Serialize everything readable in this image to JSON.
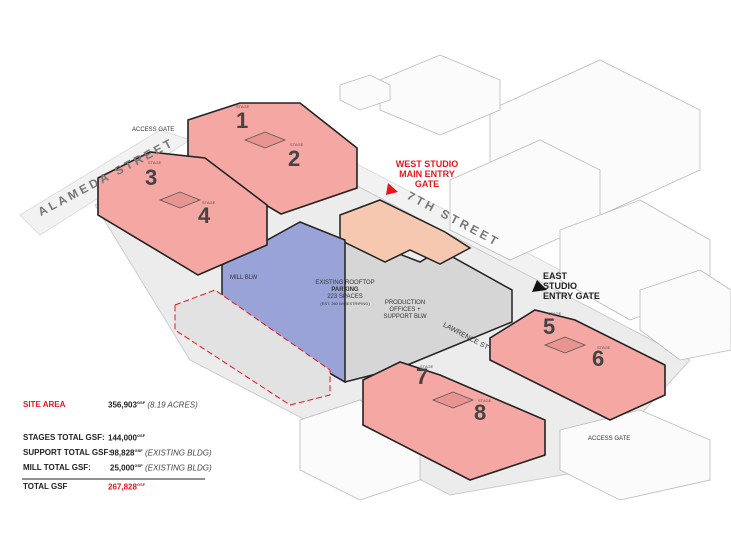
{
  "labels": {
    "access_gate_nw": "ACCESS GATE",
    "access_gate_se": "ACCESS GATE",
    "alameda_street": "ALAMEDA STREET",
    "seventh_street": "7TH STREET",
    "lawrence_st": "LAWRENCE ST",
    "west_gate": "WEST STUDIO MAIN ENTRY GATE",
    "east_gate": "EAST STUDIO ENTRY GATE",
    "mill": "MILL BLW",
    "parking": [
      "EXISTING ROOFTOP",
      "PARKING",
      "223 SPACES",
      "(EST. 260 W/RESTRIPING)"
    ],
    "production": [
      "PRODUCTION",
      "OFFICES +",
      "SUPPORT BLW"
    ]
  },
  "stages": [
    {
      "num": "1",
      "tag": "STAGE"
    },
    {
      "num": "2",
      "tag": "STAGE"
    },
    {
      "num": "3",
      "tag": "STAGE"
    },
    {
      "num": "4",
      "tag": "STAGE"
    },
    {
      "num": "5",
      "tag": "STAGE"
    },
    {
      "num": "6",
      "tag": "STAGE"
    },
    {
      "num": "7",
      "tag": "STAGE"
    },
    {
      "num": "8",
      "tag": "STAGE"
    }
  ],
  "stats": {
    "site_area_label": "SITE AREA",
    "site_area_value": "356,903",
    "site_area_unit": "GSF",
    "site_area_note": "(8.19 ACRES)",
    "stages_label": "STAGES TOTAL GSF:",
    "stages_value": "144,000",
    "stages_unit": "GSF",
    "support_label": "SUPPORT TOTAL GSF:",
    "support_value": "98,828",
    "support_unit": "GSF",
    "support_note": "(EXISTING BLDG)",
    "mill_label": "MILL TOTAL GSF:",
    "mill_value": "25,000",
    "mill_unit": "GSF",
    "mill_note": "(EXISTING BLDG)",
    "total_label": "TOTAL GSF",
    "total_value": "267,828",
    "total_unit": "GSF"
  },
  "colors": {
    "stage": "#f4a7a3",
    "mill": "#9aa3d8",
    "parking": "#d9d9d9",
    "production": "#f6c8b0",
    "accent": "#e8151b"
  }
}
